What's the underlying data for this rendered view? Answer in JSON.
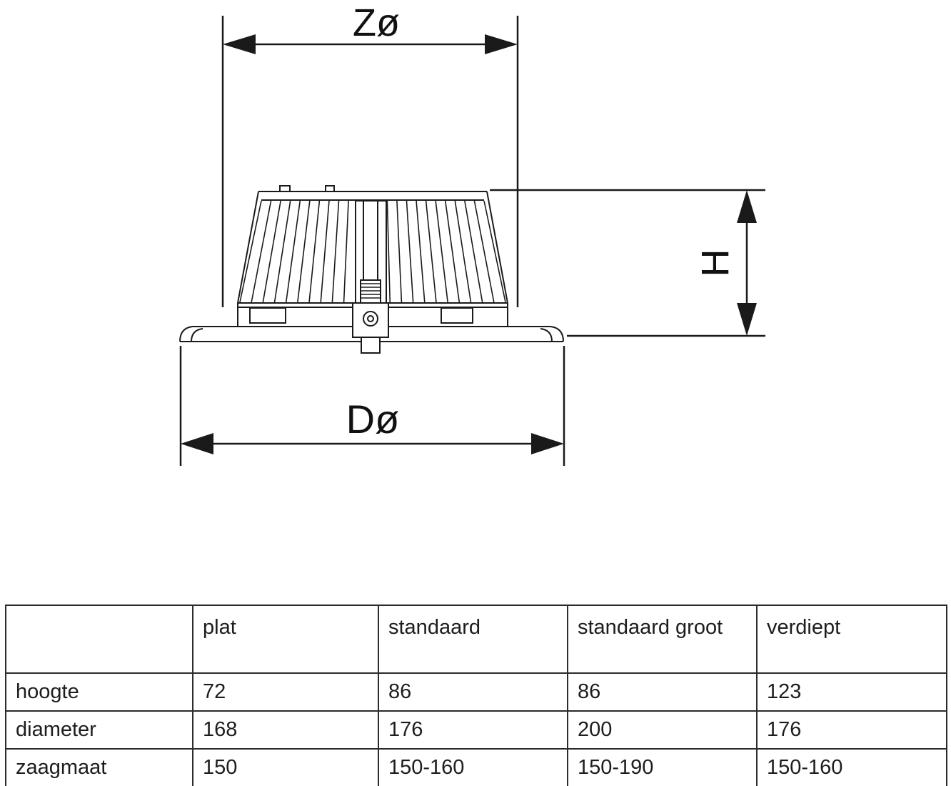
{
  "colors": {
    "ink": "#1a1a1a",
    "background": "#ffffff"
  },
  "diagram": {
    "labels": {
      "top_diameter": "Zø",
      "height": "H",
      "bottom_diameter": "Dø"
    }
  },
  "table": {
    "headers": [
      "",
      "plat",
      "standaard",
      "standaard groot",
      "verdiept"
    ],
    "rows": [
      {
        "label": "hoogte",
        "values": [
          "72",
          "86",
          "86",
          "123"
        ]
      },
      {
        "label": "diameter",
        "values": [
          "168",
          "176",
          "200",
          "176"
        ]
      },
      {
        "label": "zaagmaat",
        "values": [
          "150",
          "150-160",
          "150-190",
          "150-160"
        ]
      }
    ]
  }
}
